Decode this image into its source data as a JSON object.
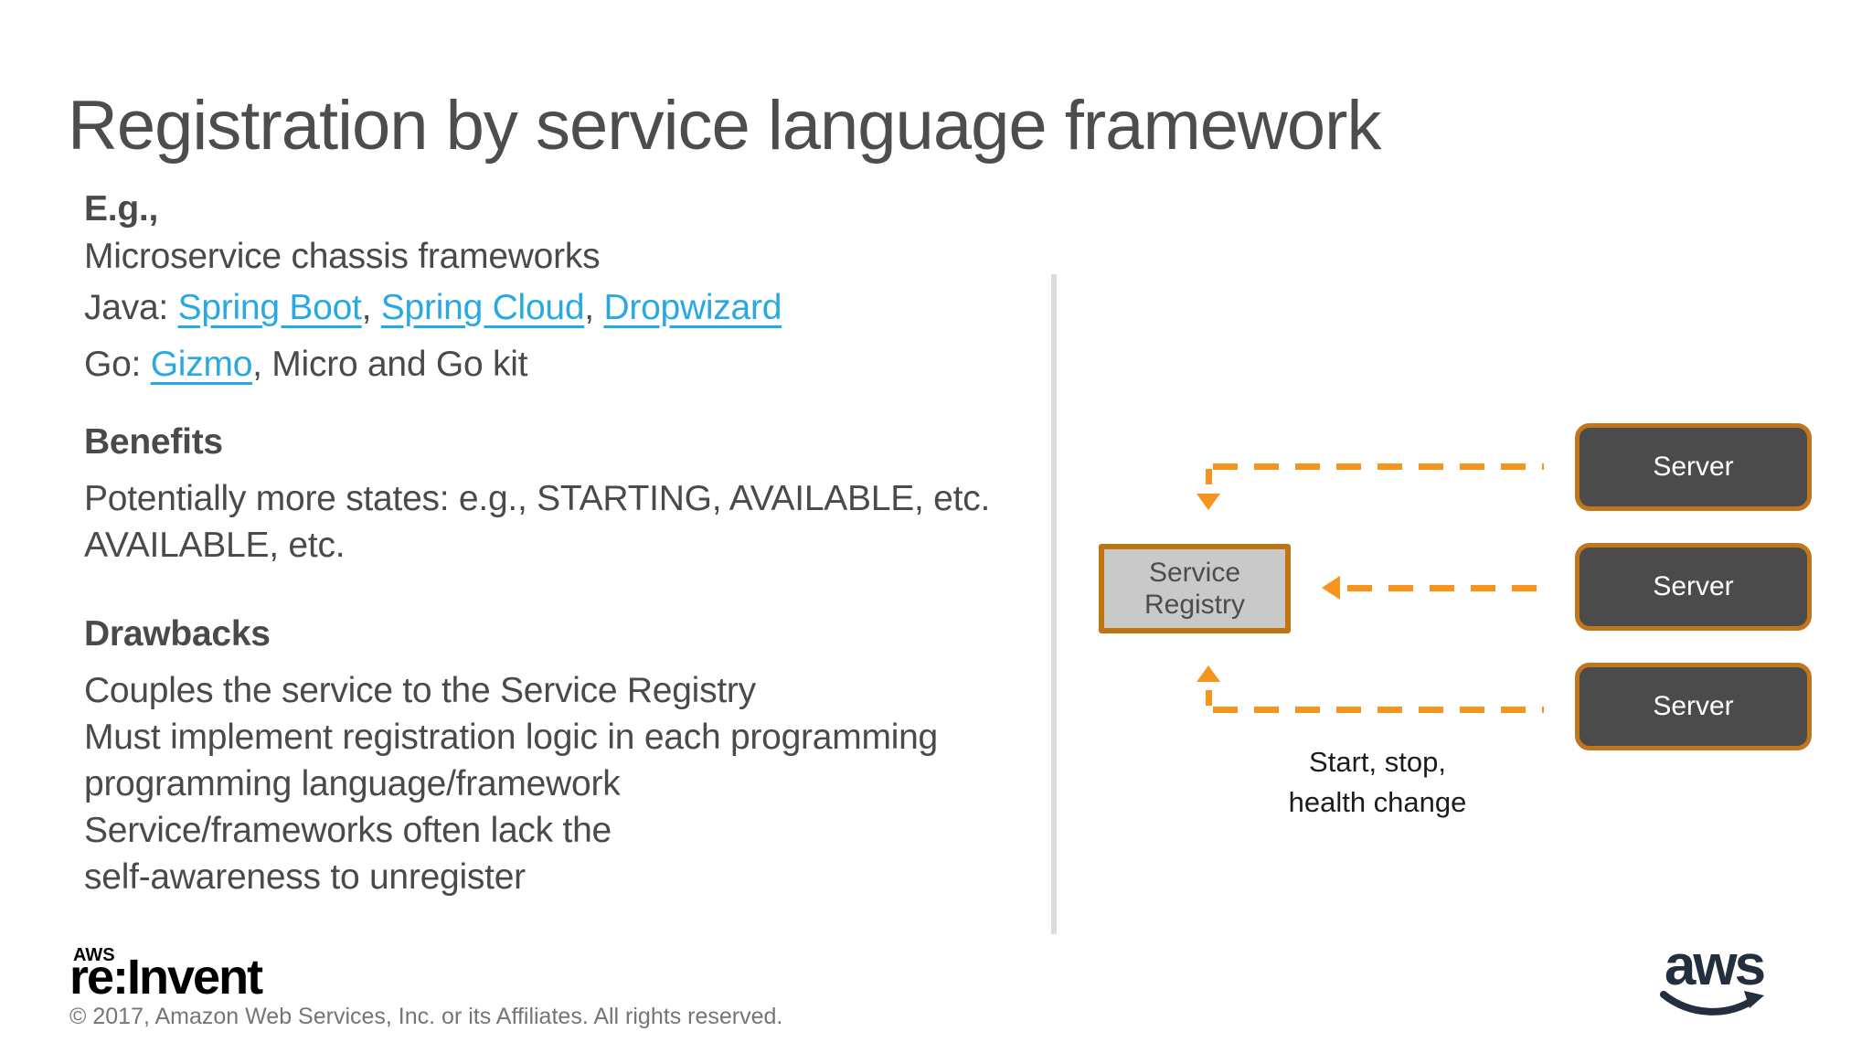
{
  "slide": {
    "title": "Registration by service language framework",
    "eg": {
      "heading": "E.g.,",
      "line": "Microservice chassis frameworks"
    },
    "languages": {
      "java_prefix": "Java: ",
      "java_link_1": "Spring Boot",
      "java_sep_1": ", ",
      "java_link_2": "Spring Cloud",
      "java_sep_2": ", ",
      "java_link_3": "Dropwizard",
      "go_prefix": "Go: ",
      "go_link": "Gizmo",
      "go_suffix": ", Micro and Go kit"
    },
    "benefits": {
      "heading": "Benefits",
      "lines": [
        "Potentially more states: e.g., STARTING, AVAILABLE, etc.",
        "AVAILABLE, etc."
      ]
    },
    "drawbacks": {
      "heading": "Drawbacks",
      "lines": [
        "Couples the service to the Service Registry",
        "Must implement registration logic in each programming",
        "programming language/framework",
        "Service/frameworks often lack the",
        "self-awareness to unregister"
      ]
    }
  },
  "diagram": {
    "registry_line1": "Service",
    "registry_line2": "Registry",
    "servers": [
      {
        "label": "Server"
      },
      {
        "label": "Server"
      },
      {
        "label": "Server"
      }
    ],
    "event_line1": "Start, stop,",
    "event_line2": "health change",
    "colors": {
      "arrow_orange": "#f7941e",
      "box_border_orange": "#bf7512",
      "server_fill": "#4b4b4b",
      "registry_fill": "#c9c9c9",
      "link_blue": "#29a9e1"
    }
  },
  "footer": {
    "reinvent_aws": "AWS",
    "reinvent_name": "re:Invent",
    "copyright": "© 2017, Amazon Web Services, Inc. or its Affiliates. All rights reserved.",
    "aws_logo_text": "aws"
  }
}
